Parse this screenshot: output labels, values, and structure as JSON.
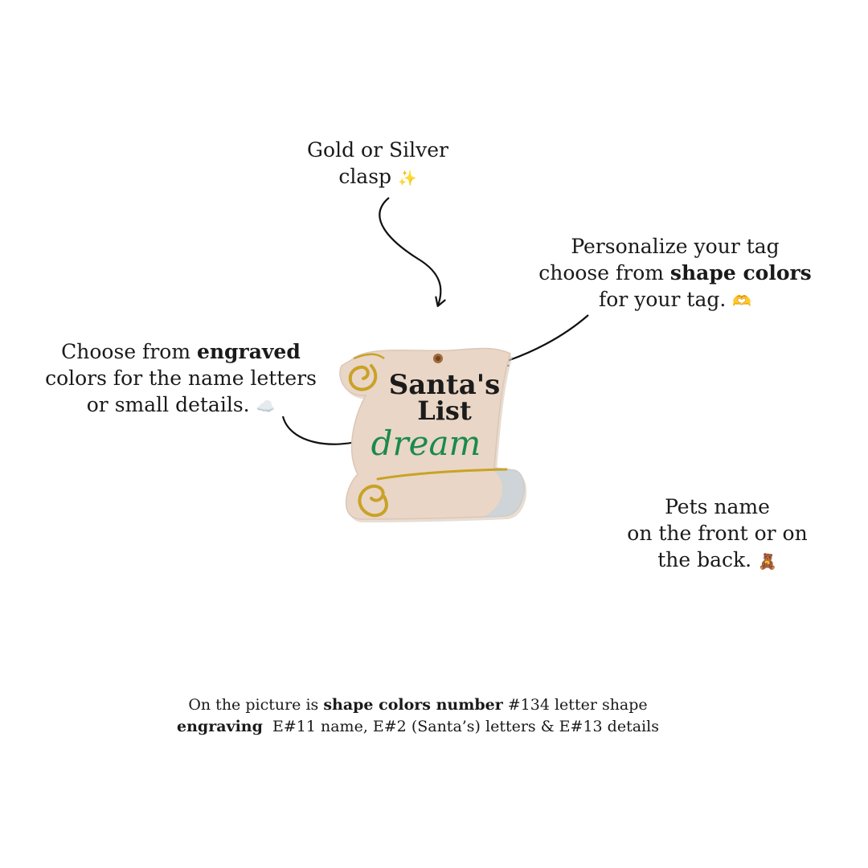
{
  "clasp_note": {
    "line1": "Gold or Silver",
    "line2": "clasp",
    "emoji": "✨"
  },
  "shape_note": {
    "line1": "Personalize your tag",
    "line2_pre": "choose from ",
    "line2_bold": "shape colors",
    "line3": "for your tag.",
    "emoji": "🫶"
  },
  "engrave_note": {
    "line1_pre": "Choose from ",
    "line1_bold": "engraved",
    "line2": "colors for the name letters",
    "line3": "or small details.",
    "emoji": "☁️"
  },
  "pets_note": {
    "line1": "Pets name",
    "line2": "on the front or on",
    "line3": "the back.",
    "emoji": "🧸"
  },
  "caption": {
    "line1_pre": "On the picture is ",
    "line1_bold": "shape colors number",
    "line1_post": " #134 letter shape",
    "line2_bold": "engraving",
    "line2_post": "  E#11 name, E#2 (Santa’s) letters & E#13 details"
  },
  "tag": {
    "text_line1": "Santa's",
    "text_line2": "List",
    "text_line3": "dream",
    "colors": {
      "shape": "#e9d6c6",
      "letters": "#1b1b1b",
      "name": "#1a8a4a",
      "details": "#c9a227"
    }
  }
}
